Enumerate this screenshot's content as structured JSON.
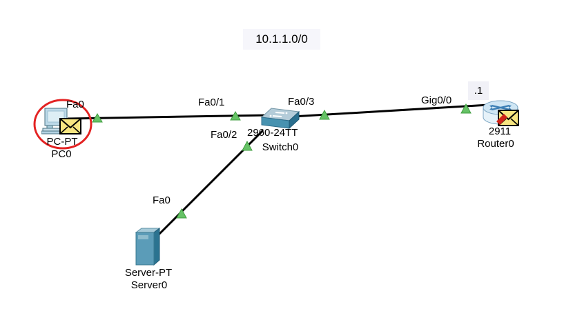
{
  "workspace": {
    "note_label": "10.1.1.0/0"
  },
  "devices": {
    "pc0": {
      "model": "PC-PT",
      "name": "PC0"
    },
    "switch0": {
      "model": "2960-24TT",
      "name": "Switch0"
    },
    "router0": {
      "model": "2911",
      "name": "Router0"
    },
    "server0": {
      "model": "Server-PT",
      "name": "Server0"
    }
  },
  "port_labels": {
    "pc0_fa0": "Fa0",
    "switch0_fa0_1": "Fa0/1",
    "switch0_fa0_2": "Fa0/2",
    "switch0_fa0_3": "Fa0/3",
    "router0_gig0_0": "Gig0/0",
    "server0_fa0": "Fa0"
  },
  "annotations": {
    "router_ip_suffix": ".1"
  },
  "colors": {
    "link_line": "#000000",
    "link_status_up": "#66c266",
    "highlight_circle": "#e32222",
    "envelope_fill": "#f8e681",
    "failed_mark": "#d02418",
    "device_teal": "#4792b0",
    "router_blue": "#cfe6f4",
    "note_background": "#f6f6fb"
  }
}
